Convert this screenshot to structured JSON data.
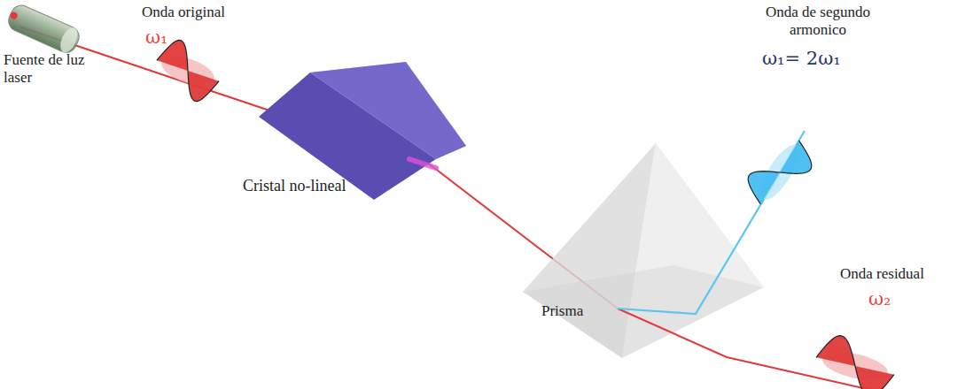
{
  "diagram": {
    "labels": [
      "Fuente de luz laser",
      "Onda original",
      "ω₁",
      "Cristal no-lineal",
      "Prisma",
      "Onda de segundo armonico",
      "ω₁= 2ω₁",
      "Onda residual",
      "ω₂"
    ]
  }
}
